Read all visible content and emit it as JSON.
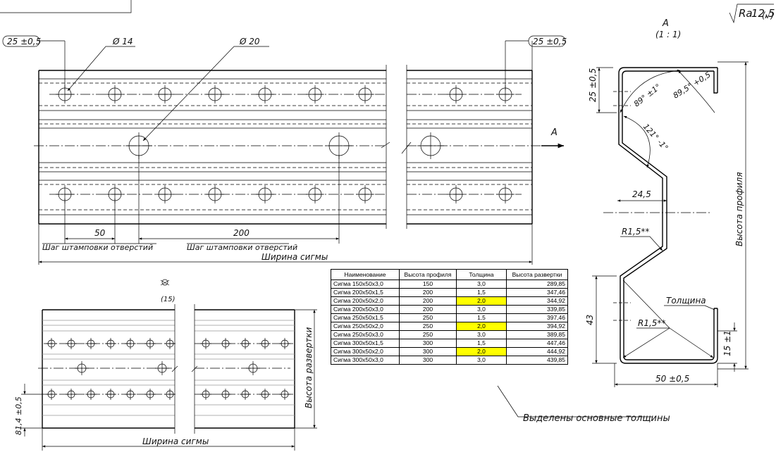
{
  "roughness": {
    "prefix": "Ra",
    "value": "12,5",
    "suffix": "(√)"
  },
  "top_view": {
    "dims": {
      "left_offset": "25 ±0,5",
      "right_offset": "25 ±0,5",
      "small_hole": "Ø 14",
      "big_hole": "Ø 20",
      "pitch_small": "50",
      "pitch_big": "200",
      "width": "Ширина сигмы"
    },
    "labels": {
      "pitch_small": "Шаг штамповки отверстий",
      "pitch_big": "Шаг штамповки отверстий",
      "view_arrow": "A"
    }
  },
  "section_view": {
    "title": "A",
    "scale": "(1 : 1)",
    "dims": {
      "top_flange": "25 ±0,5",
      "web_offset": "24,5",
      "bottom_height": "43",
      "lip": "15 ±1",
      "flange_width": "50 ±0,5",
      "profile_height": "Высота профиля",
      "thickness": "Толщина",
      "radius_top": "R1,5**",
      "radius_bottom": "R1,5**"
    },
    "angles": {
      "a1": "89° ±1°",
      "a2": "89,5° +0,5",
      "a3": "121° -1°"
    }
  },
  "flat_view": {
    "mark": "(15)",
    "dims": {
      "width": "Ширина сигмы",
      "height": "Высота развертки",
      "offset": "81,4 ±0,5"
    }
  },
  "table": {
    "headers": [
      "Наименование",
      "Высота профиля",
      "Толщина",
      "Высота развертки"
    ],
    "rows": [
      [
        "Сигма 150x50x3,0",
        "150",
        "3,0",
        "289,85"
      ],
      [
        "Сигма 200x50x1,5",
        "200",
        "1,5",
        "347,46"
      ],
      [
        "Сигма 200x50x2,0",
        "200",
        "2,0",
        "344,92"
      ],
      [
        "Сигма 200x50x3,0",
        "200",
        "3,0",
        "339,85"
      ],
      [
        "Сигма 250x50x1,5",
        "250",
        "1,5",
        "397,46"
      ],
      [
        "Сигма 250x50x2,0",
        "250",
        "2,0",
        "394,92"
      ],
      [
        "Сигма 250x50x3,0",
        "250",
        "3,0",
        "389,85"
      ],
      [
        "Сигма 300x50x1,5",
        "300",
        "1,5",
        "447,46"
      ],
      [
        "Сигма 300x50x2,0",
        "300",
        "2,0",
        "444,92"
      ],
      [
        "Сигма 300x50x3,0",
        "300",
        "3,0",
        "439,85"
      ]
    ],
    "highlight_color": "#ffff00",
    "highlight_rows": [
      2,
      5,
      8
    ],
    "note": "Выделены основные толщины"
  }
}
